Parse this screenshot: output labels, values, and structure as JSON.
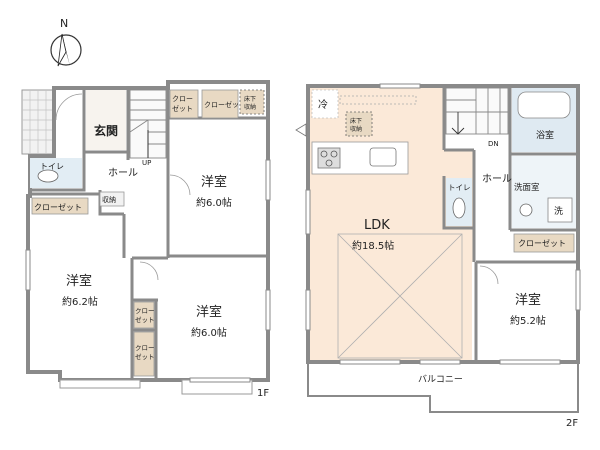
{
  "compass": {
    "north": "N"
  },
  "floor1": {
    "label": "1F",
    "entrance": "玄関",
    "toilet": "トイレ",
    "hall": "ホール",
    "stair_up": "UP",
    "storage": "収納",
    "closet_left": "クローゼット",
    "closet_top1": [
      "クロー",
      "ゼット"
    ],
    "closet_top2": "クローゼット",
    "underfloor": [
      "床下",
      "収納"
    ],
    "room_ne": {
      "name": "洋室",
      "size": "約6.0帖"
    },
    "room_w": {
      "name": "洋室",
      "size": "約6.2帖"
    },
    "room_s": {
      "name": "洋室",
      "size": "約6.0帖"
    },
    "closet_small1": [
      "クロー",
      "ゼット"
    ],
    "closet_small2": [
      "クロー",
      "ゼット"
    ]
  },
  "floor2": {
    "label": "2F",
    "fridge": "冷",
    "underfloor": [
      "床下",
      "収納"
    ],
    "ldk": {
      "name": "LDK",
      "size": "約18.5帖"
    },
    "stair_down": "DN",
    "hall": "ホール",
    "toilet": "トイレ",
    "bathroom": "浴室",
    "washroom": "洗面室",
    "washer": "洗",
    "closet": "クローゼット",
    "room": {
      "name": "洋室",
      "size": "約5.2帖"
    },
    "balcony": "バルコニー"
  },
  "colors": {
    "wall": "#8a8a8a",
    "ldk_floor": "#fbe9d8",
    "closet_fill": "#e8d9c3",
    "bath_fill": "#dfeaf2",
    "toilet_fill": "#e2edf4",
    "grid_line": "#bdbdbd"
  }
}
